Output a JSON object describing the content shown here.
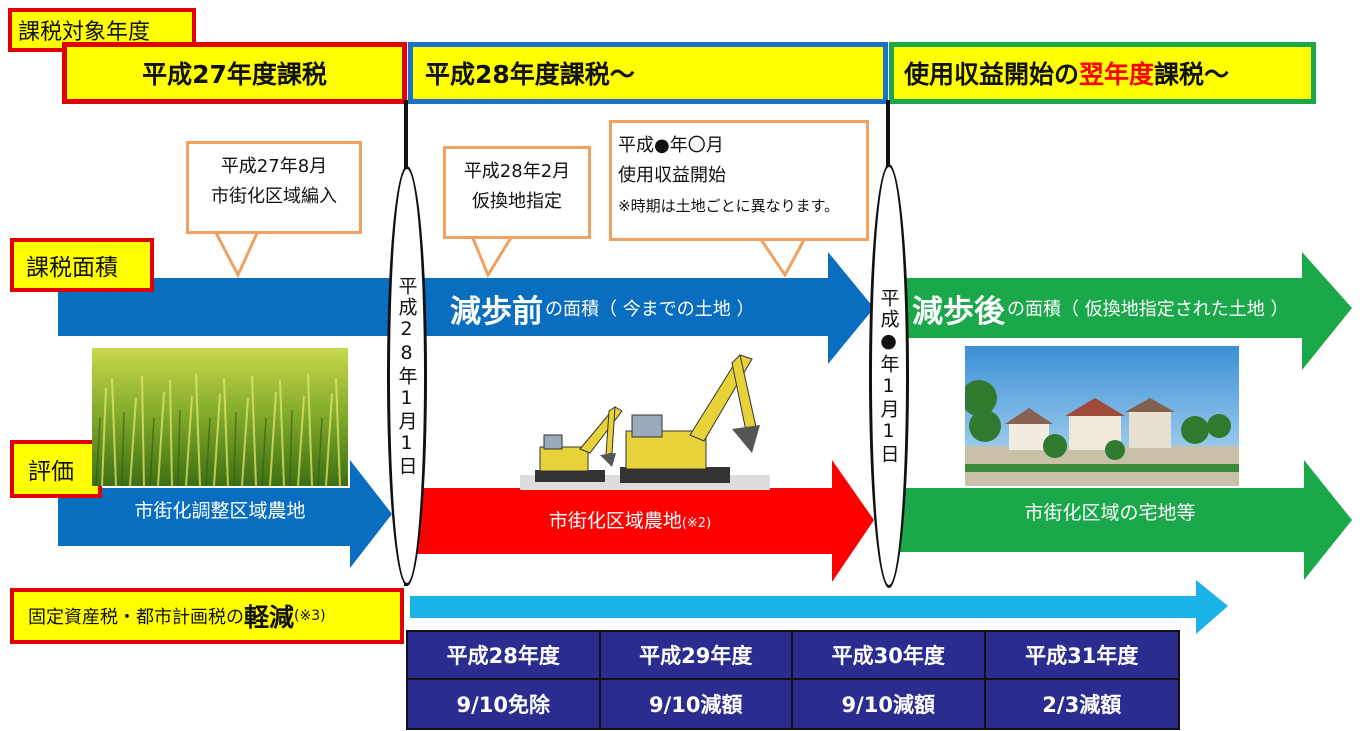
{
  "tax_year_label": "課税対象年度",
  "headers": {
    "h27": "平成27年度課税",
    "h28": "平成28年度課税～",
    "usage_prefix": "使用収益開始の",
    "usage_highlight": "翌年度",
    "usage_suffix": "課税～",
    "usage_partial_sub": "（時期は土地ごとに異なります）"
  },
  "callouts": {
    "incorporation_date": "平成27年8月",
    "incorporation_text": "市街化区域編入",
    "designation_date": "平成28年2月",
    "designation_text": "仮換地指定",
    "usage_date": "平成●年〇月",
    "usage_text": "使用収益開始",
    "usage_note": "※時期は土地ごとに異なります。"
  },
  "section_labels": {
    "area": "課税面積",
    "valuation": "評価",
    "reduction_prefix": "固定資産税・都市計画税の",
    "reduction_big": "軽減",
    "reduction_note": "(※3)"
  },
  "ovals": {
    "first": "平成28年1月1日",
    "second": "平成●年1月1日"
  },
  "area_arrows": {
    "before_big": "減歩前",
    "before_rest": "の面積（ 今までの土地 ）",
    "after_big": "減歩後",
    "after_rest": "の面積（ 仮換地指定された土地 ）"
  },
  "valuation_arrows": {
    "adjustment_farmland": "市街化調整区域農地",
    "urbanization_farmland": "市街化区域農地",
    "urbanization_farmland_note": "(※2)",
    "residential": "市街化区域の宅地等"
  },
  "reduction_table": {
    "years": [
      "平成28年度",
      "平成29年度",
      "平成30年度",
      "平成31年度"
    ],
    "amounts": [
      "9/10免除",
      "9/10減額",
      "9/10減額",
      "2/3減額"
    ]
  },
  "colors": {
    "blue_arrow": "#0a6ec0",
    "green_arrow": "#1aa84a",
    "red_arrow": "#ff0000",
    "cyan_arrow": "#1ab2e8",
    "table_bg": "#2a2d8f",
    "label_bg": "#ffff00",
    "label_border": "#e00000"
  }
}
